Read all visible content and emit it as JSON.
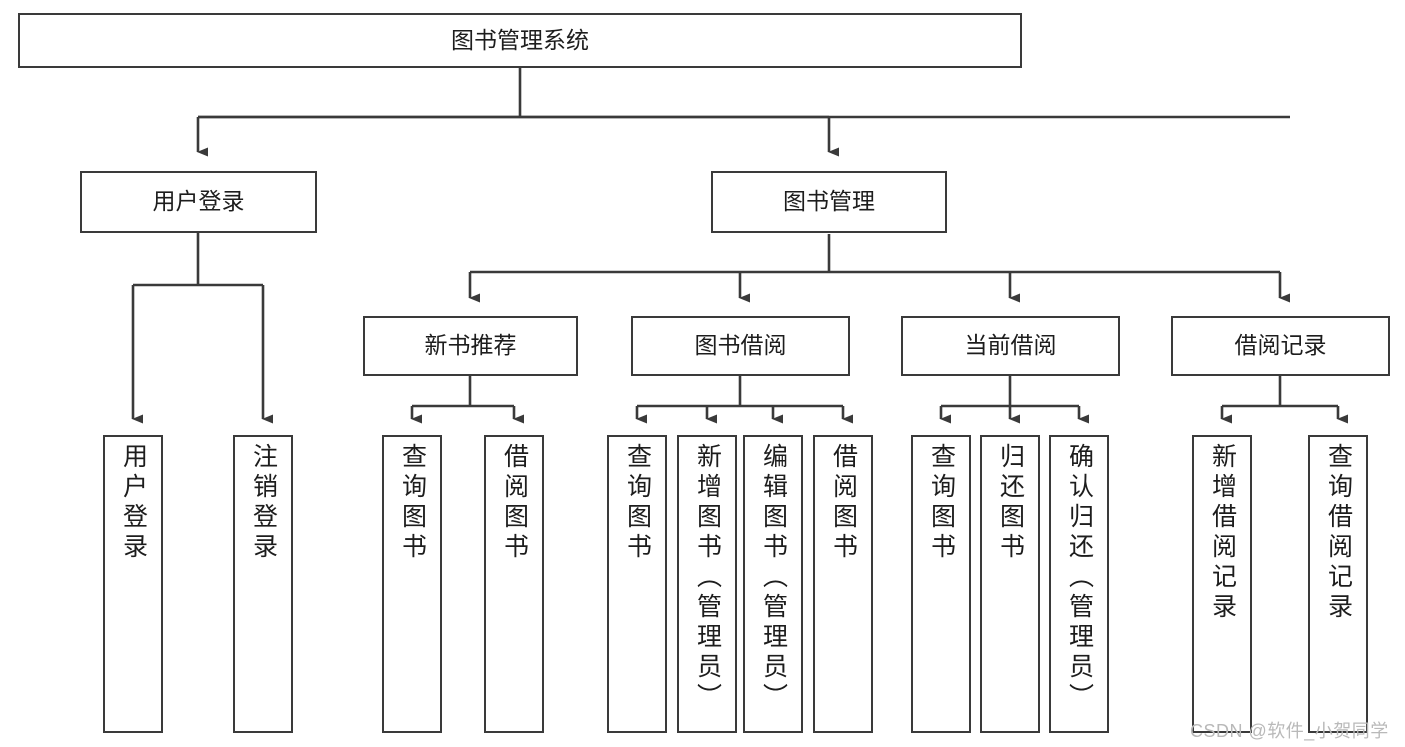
{
  "diagram": {
    "title": "图书管理系统",
    "watermark": "CSDN @软件_小贺同学",
    "edge_color": "#3a3a3a",
    "box_border_color": "#3a3a3a",
    "box_fill_color": "#ffffff",
    "text_color": "#1d1d1d"
  },
  "nodes": {
    "root": {
      "label": "图书管理系统"
    },
    "level2": [
      {
        "label": "用户登录"
      },
      {
        "label": "图书管理"
      }
    ],
    "level3": [
      {
        "label": "新书推荐"
      },
      {
        "label": "图书借阅"
      },
      {
        "label": "当前借阅"
      },
      {
        "label": "借阅记录"
      }
    ],
    "leaves": {
      "user_login": [
        {
          "label": "用户登录"
        },
        {
          "label": "注销登录"
        }
      ],
      "new_book": [
        {
          "label": "查询图书"
        },
        {
          "label": "借阅图书"
        }
      ],
      "book_borrow": [
        {
          "label": "查询图书"
        },
        {
          "label": "新增图书（管理员）"
        },
        {
          "label": "编辑图书（管理员）"
        },
        {
          "label": "借阅图书"
        }
      ],
      "current_borrow": [
        {
          "label": "查询图书"
        },
        {
          "label": "归还图书"
        },
        {
          "label": "确认归还（管理员）"
        }
      ],
      "borrow_record": [
        {
          "label": "新增借阅记录"
        },
        {
          "label": "查询借阅记录"
        }
      ]
    }
  }
}
